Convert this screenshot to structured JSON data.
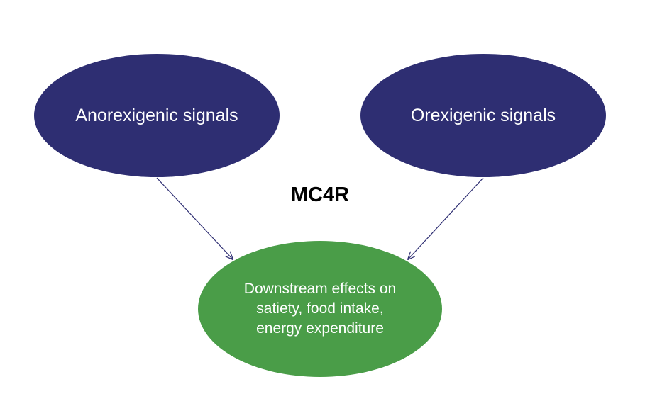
{
  "colors": {
    "signal_node_fill": "#2e2e72",
    "effect_node_fill": "#4a9d48",
    "arrow": "#2e2e72",
    "node_text": "#ffffff",
    "center_label": "#000000"
  },
  "nodes": {
    "anorexigenic": {
      "label": "Anorexigenic signals"
    },
    "orexigenic": {
      "label": "Orexigenic signals"
    },
    "downstream": {
      "lines": [
        "Downstream effects on",
        "satiety, food intake,",
        "energy expenditure"
      ]
    }
  },
  "center_label": "MC4R",
  "edges": [
    {
      "from": "Anorexigenic signals",
      "to": "Downstream effects on satiety, food intake, energy expenditure"
    },
    {
      "from": "Orexigenic signals",
      "to": "Downstream effects on satiety, food intake, energy expenditure"
    }
  ]
}
